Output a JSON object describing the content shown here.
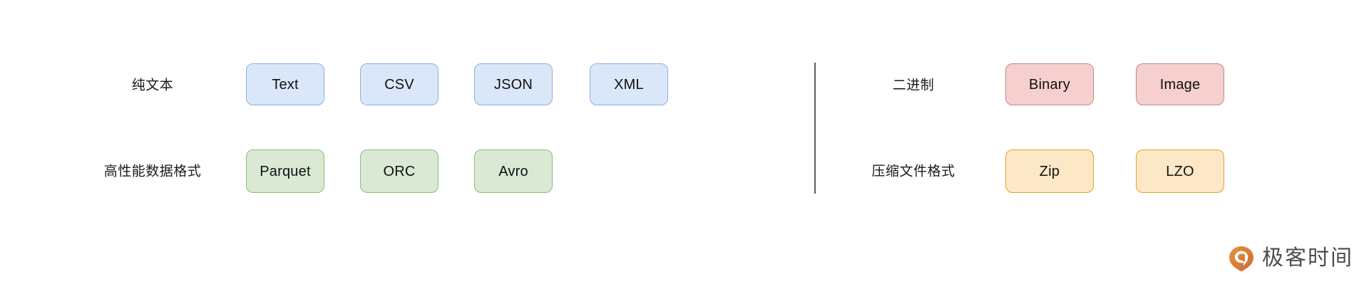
{
  "diagram": {
    "background_color": "#ffffff",
    "palette": {
      "blue_fill": "#dae7f9",
      "blue_stroke": "#8daede",
      "green_fill": "#d9e9d3",
      "green_stroke": "#8cbb7c",
      "pink_fill": "#f6cfcf",
      "pink_stroke": "#b98a8a",
      "orange_fill": "#fce7c6",
      "orange_stroke": "#e0a32b",
      "divider_color": "#5d5d5d",
      "label_color": "#1a1a1a",
      "watermark_color": "#4d4d4d",
      "watermark_logo_color": "#df7e3a"
    },
    "left_section": {
      "rows": [
        {
          "label": "纯文本",
          "nodes": [
            {
              "text": "Text"
            },
            {
              "text": "CSV"
            },
            {
              "text": "JSON"
            },
            {
              "text": "XML"
            }
          ]
        },
        {
          "label": "高性能数据格式",
          "nodes": [
            {
              "text": "Parquet"
            },
            {
              "text": "ORC"
            },
            {
              "text": "Avro"
            }
          ]
        }
      ]
    },
    "right_section": {
      "rows": [
        {
          "label": "二进制",
          "nodes": [
            {
              "text": "Binary"
            },
            {
              "text": "Image"
            }
          ]
        },
        {
          "label": "压缩文件格式",
          "nodes": [
            {
              "text": "Zip"
            },
            {
              "text": "LZO"
            }
          ]
        }
      ]
    },
    "watermark": {
      "text": "极客时间",
      "logo_name": "geektime-logo-icon"
    }
  }
}
